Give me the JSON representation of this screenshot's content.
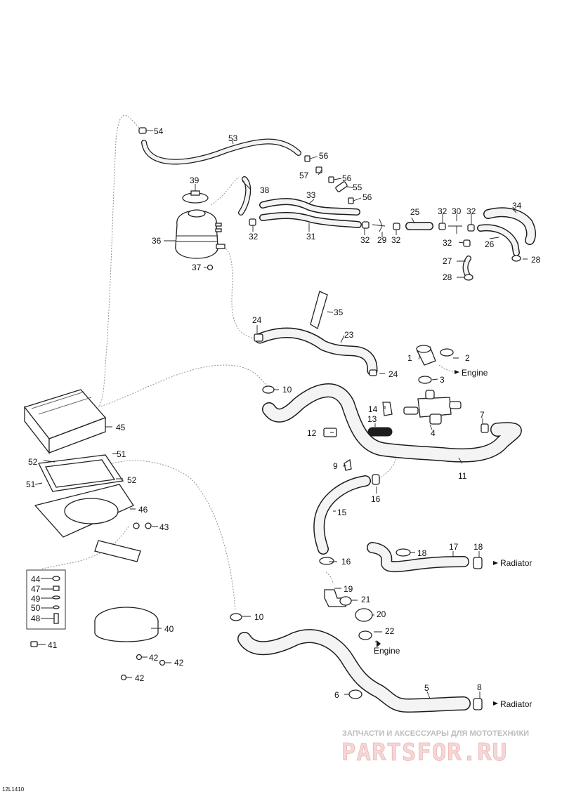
{
  "reference_code": "12L1410",
  "watermark": {
    "tagline": "ЗАПЧАСТИ И АКСЕССУАРЫ ДЛЯ МОТОТЕХНИКИ",
    "site": "PARTSFOR.RU"
  },
  "destinations": {
    "engine_top": "Engine",
    "engine_bottom": "Engine",
    "radiator_mid": "Radiator",
    "radiator_bottom": "Radiator"
  },
  "callouts": {
    "c54": "54",
    "c53": "53",
    "c56a": "56",
    "c57": "57",
    "c56b": "56",
    "c55": "55",
    "c56c": "56",
    "c39": "39",
    "c38": "38",
    "c33": "33",
    "c36": "36",
    "c32a": "32",
    "c31": "31",
    "c37": "37",
    "c32b": "32",
    "c29": "29",
    "c32c": "32",
    "c25": "25",
    "c32d": "32",
    "c30": "30",
    "c32e": "32",
    "c34": "34",
    "c32f": "32",
    "c26": "26",
    "c27": "27",
    "c28a": "28",
    "c28b": "28",
    "c35": "35",
    "c24a": "24",
    "c23": "23",
    "c24b": "24",
    "c1": "1",
    "c2": "2",
    "c3": "3",
    "c10a": "10",
    "c14": "14",
    "c13": "13",
    "c12": "12",
    "c4": "4",
    "c7": "7",
    "c11": "11",
    "c9": "9",
    "c45": "45",
    "c51a": "51",
    "c52a": "52",
    "c51b": "51",
    "c52b": "52",
    "c46": "46",
    "c43": "43",
    "c16a": "16",
    "c15": "15",
    "c16b": "16",
    "c18a": "18",
    "c17": "17",
    "c18b": "18",
    "c19": "19",
    "c21": "21",
    "c20": "20",
    "c22": "22",
    "c44": "44",
    "c47": "47",
    "c49": "49",
    "c50": "50",
    "c48": "48",
    "c10b": "10",
    "c40": "40",
    "c41": "41",
    "c42a": "42",
    "c42b": "42",
    "c42c": "42",
    "c6": "6",
    "c5": "5",
    "c8": "8"
  }
}
